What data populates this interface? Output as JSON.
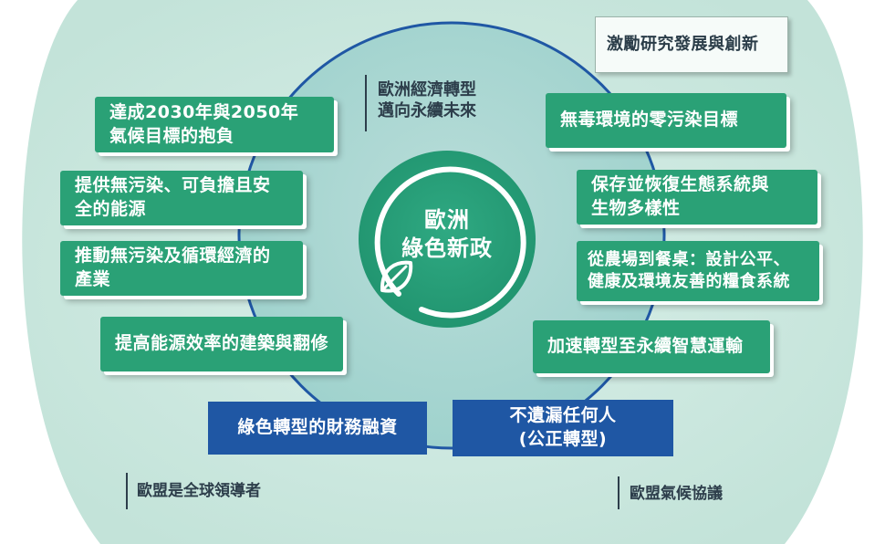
{
  "center": {
    "line1": "歐洲",
    "line2": "綠色新政"
  },
  "top_label": {
    "line1": "歐洲經濟轉型",
    "line2": "邁向永續未來"
  },
  "top_right_box": "激勵研究發展與創新",
  "left_boxes": [
    {
      "line1": "達成2030年與2050年",
      "line2": "氣候目標的抱負"
    },
    {
      "line1": "提供無污染、可負擔且安",
      "line2": "全的能源"
    },
    {
      "line1": "推動無污染及循環經濟的",
      "line2": "產業"
    },
    {
      "line1": "提高能源效率的建築與翻修",
      "line2": ""
    }
  ],
  "right_boxes": [
    {
      "line1": "無毒環境的零污染目標",
      "line2": ""
    },
    {
      "line1": "保存並恢復生態系統與",
      "line2": "生物多樣性"
    },
    {
      "line1": "從農場到餐桌：設計公平、",
      "line2": "健康及環境友善的糧食系統"
    },
    {
      "line1": "加速轉型至永續智慧運輸",
      "line2": ""
    }
  ],
  "bottom_boxes": [
    {
      "line1": "綠色轉型的財務融資",
      "line2": ""
    },
    {
      "line1": "不遺漏任何人",
      "line2": "(公正轉型)"
    }
  ],
  "bottom_left_label": "歐盟是全球領導者",
  "bottom_right_label": "歐盟氣候協議",
  "colors": {
    "box_green": "#2aa176",
    "box_blue": "#1f57a4",
    "ring_blue": "#1f57a4",
    "outer_background": "#cfe9e1"
  },
  "icons": {
    "center": "leaf-icon"
  }
}
